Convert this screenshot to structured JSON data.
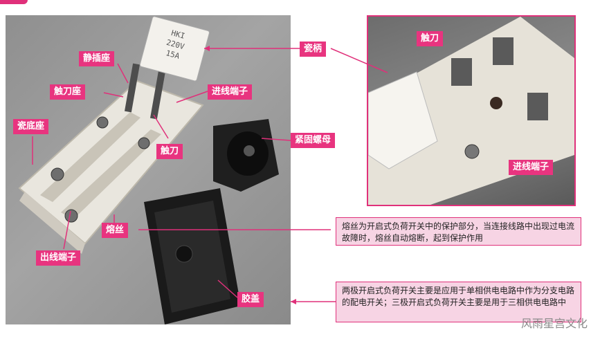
{
  "labels": {
    "ci_bing": "瓷柄",
    "jing_cha_zuo": "静插座",
    "chu_dao_zuo": "触刀座",
    "jin_xian_duan_zi": "进线端子",
    "ci_di_zuo": "瓷底座",
    "chu_dao": "触刀",
    "jin_gu_luo_mu": "紧固螺母",
    "rong_si": "熔丝",
    "chu_xian_duan_zi": "出线端子",
    "jiao_gai": "胶盖",
    "inset_chu_dao": "触刀",
    "inset_jin_xian_duan_zi": "进线端子"
  },
  "handle_print": {
    "brand": "HKI",
    "voltage": "220V",
    "current": "15A"
  },
  "notes": {
    "fuse": "熔丝为开启式负荷开关中的保护部分，当连接线路中出现过电流故障时，熔丝自动熔断，起到保护作用",
    "two_pole": "两极开启式负荷开关主要是应用于单相供电电路中作为分支电路的配电开关；三极开启式负荷开关主要是用于三相供电电路中"
  },
  "watermark": "风雨星宫文化",
  "colors": {
    "accent": "#e8347f",
    "note_bg": "#f7d4e4"
  }
}
